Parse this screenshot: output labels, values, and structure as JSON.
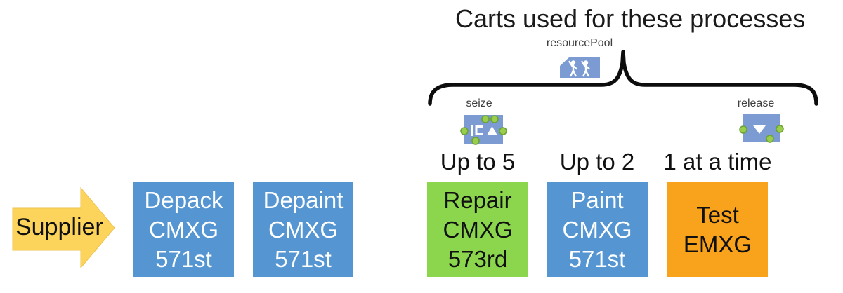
{
  "title": "Carts used for these processes",
  "pool": {
    "label": "resourcePool"
  },
  "seize": {
    "label": "seize"
  },
  "release": {
    "label": "release"
  },
  "capacity_labels": [
    {
      "for": "Repair",
      "text": "Up to 5"
    },
    {
      "for": "Paint",
      "text": "Up to 2"
    },
    {
      "for": "Test",
      "text": "1 at a time"
    }
  ],
  "supplier": {
    "label": "Supplier"
  },
  "boxes": [
    {
      "title": "Depack",
      "text": "Depack\nCMXG\n571st",
      "color": "#5596D2",
      "text_color": "#ffffff"
    },
    {
      "title": "Depaint",
      "text": "Depaint\nCMXG\n571st",
      "color": "#5596D2",
      "text_color": "#ffffff"
    },
    {
      "title": "Repair",
      "text": "Repair\nCMXG\n573rd",
      "color": "#8CD64D",
      "text_color": "#111111"
    },
    {
      "title": "Paint",
      "text": "Paint\nCMXG\n571st",
      "color": "#5596D2",
      "text_color": "#ffffff"
    },
    {
      "title": "Test",
      "text": "Test\nEMXG",
      "color": "#F9A21B",
      "text_color": "#111111"
    }
  ],
  "colors": {
    "process_blue": "#5596D2",
    "repair_green": "#8CD64D",
    "test_orange": "#F9A21B",
    "supplier_yellow": "#FCD45C",
    "block_icon_blue": "#7B9BD2",
    "port_green": "#9ACD4B",
    "brace_black": "#0d0d0d"
  }
}
